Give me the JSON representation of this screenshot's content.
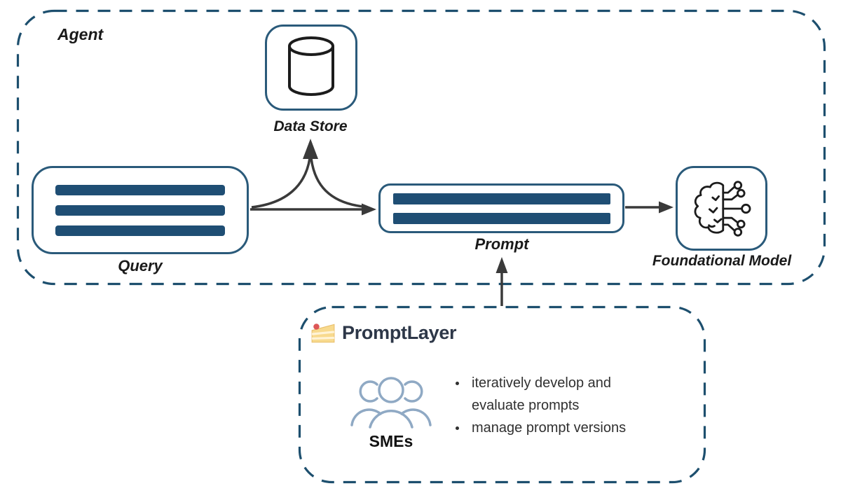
{
  "agent_group": {
    "label": "Agent"
  },
  "nodes": {
    "data_store": {
      "label": "Data Store",
      "icon": "database-cylinder-icon"
    },
    "query": {
      "label": "Query",
      "content_hint": "three-text-line-bars"
    },
    "prompt": {
      "label": "Prompt",
      "content_hint": "two-text-line-bars"
    },
    "foundational_model": {
      "label": "Foundational Model",
      "icon": "brain-circuit-icon"
    }
  },
  "connectors": [
    {
      "name": "query-to-prompt-arrow",
      "from": "query",
      "to": "prompt"
    },
    {
      "name": "query-to-datastore-arrow",
      "from": "query",
      "to": "data_store",
      "style": "curved-branch"
    },
    {
      "name": "prompt-to-model-arrow",
      "from": "prompt",
      "to": "foundational_model"
    },
    {
      "name": "promptlayer-to-prompt-arrow",
      "from": "promptlayer_group",
      "to": "prompt"
    }
  ],
  "promptlayer_group": {
    "logo_text": "PromptLayer",
    "logo_icon": "cake-slice-icon",
    "smes_label": "SMEs",
    "smes_icon": "people-group-icon",
    "bullets": [
      "iteratively develop and evaluate prompts",
      "manage prompt versions"
    ]
  },
  "colors": {
    "dashed_border": "#1d4f6e",
    "node_border": "#2a5a7a",
    "text_bar_fill": "#1f4e74",
    "arrow": "#3a3a3a",
    "people_stroke": "#8fa9c4",
    "logo_text": "#2d3748",
    "label_text": "#1a1a1a",
    "background": "#ffffff"
  }
}
